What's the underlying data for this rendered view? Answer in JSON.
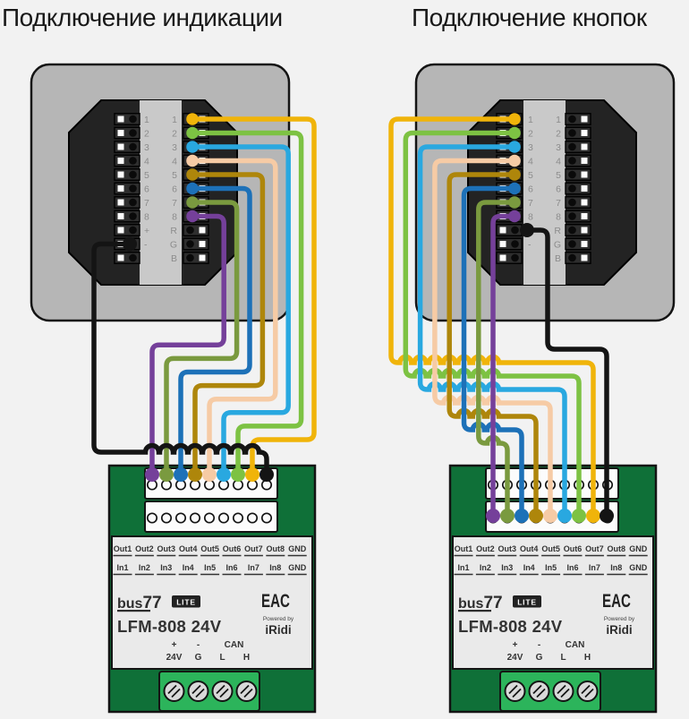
{
  "diagrams": [
    {
      "title": "Подключение индикации",
      "common_terminal": "-",
      "module_connector_row": "Out"
    },
    {
      "title": "Подключение кнопок",
      "common_terminal": "+",
      "module_connector_row": "In"
    }
  ],
  "panel": {
    "left_labels": [
      "1",
      "2",
      "3",
      "4",
      "5",
      "6",
      "7",
      "8",
      "+",
      "-",
      ""
    ],
    "right_labels": [
      "1",
      "2",
      "3",
      "4",
      "5",
      "6",
      "7",
      "8",
      "R",
      "G",
      "B"
    ]
  },
  "wires": [
    {
      "terminal": "1",
      "color_name": "amber",
      "hex": "#F0B40A"
    },
    {
      "terminal": "2",
      "color_name": "light-green",
      "hex": "#7DC243"
    },
    {
      "terminal": "3",
      "color_name": "sky-blue",
      "hex": "#29A8E0"
    },
    {
      "terminal": "4",
      "color_name": "peach",
      "hex": "#F6CBA5"
    },
    {
      "terminal": "5",
      "color_name": "dark-gold",
      "hex": "#AE860B"
    },
    {
      "terminal": "6",
      "color_name": "blue",
      "hex": "#1D71B8"
    },
    {
      "terminal": "7",
      "color_name": "olive",
      "hex": "#7A9A3F"
    },
    {
      "terminal": "8",
      "color_name": "purple",
      "hex": "#75409A"
    }
  ],
  "common_wire": {
    "color_name": "black",
    "hex": "#141414"
  },
  "module": {
    "out_labels": [
      "Out1",
      "Out2",
      "Out3",
      "Out4",
      "Out5",
      "Out6",
      "Out7",
      "Out8",
      "GND"
    ],
    "in_labels": [
      "In1",
      "In2",
      "In3",
      "In4",
      "In5",
      "In6",
      "In7",
      "In8",
      "GND"
    ],
    "brand": "bus",
    "brand_number": "77",
    "brand_badge": "LITE",
    "cert_mark": "EAC",
    "model": "LFM-808 24V",
    "powered_by": "Powered by",
    "powered_brand": "iRidi",
    "power_top": [
      "+",
      "-",
      "CAN"
    ],
    "power_bottom": [
      "24V",
      "G",
      "L",
      "H"
    ]
  },
  "colors": {
    "background": "#F2F2F2",
    "panel": "#B6B6B6",
    "keypad": "#232323",
    "strip": "#C9C9C9",
    "label_gray": "#8C8C8C",
    "block_fill": "#2E2E2E",
    "white": "#FCFCFC",
    "module_green": "#0F7038",
    "module_green_light": "#2CB45B",
    "plate": "#EAEAEA",
    "screw": "#D9D9D9",
    "ink": "#333333",
    "black": "#141414"
  }
}
